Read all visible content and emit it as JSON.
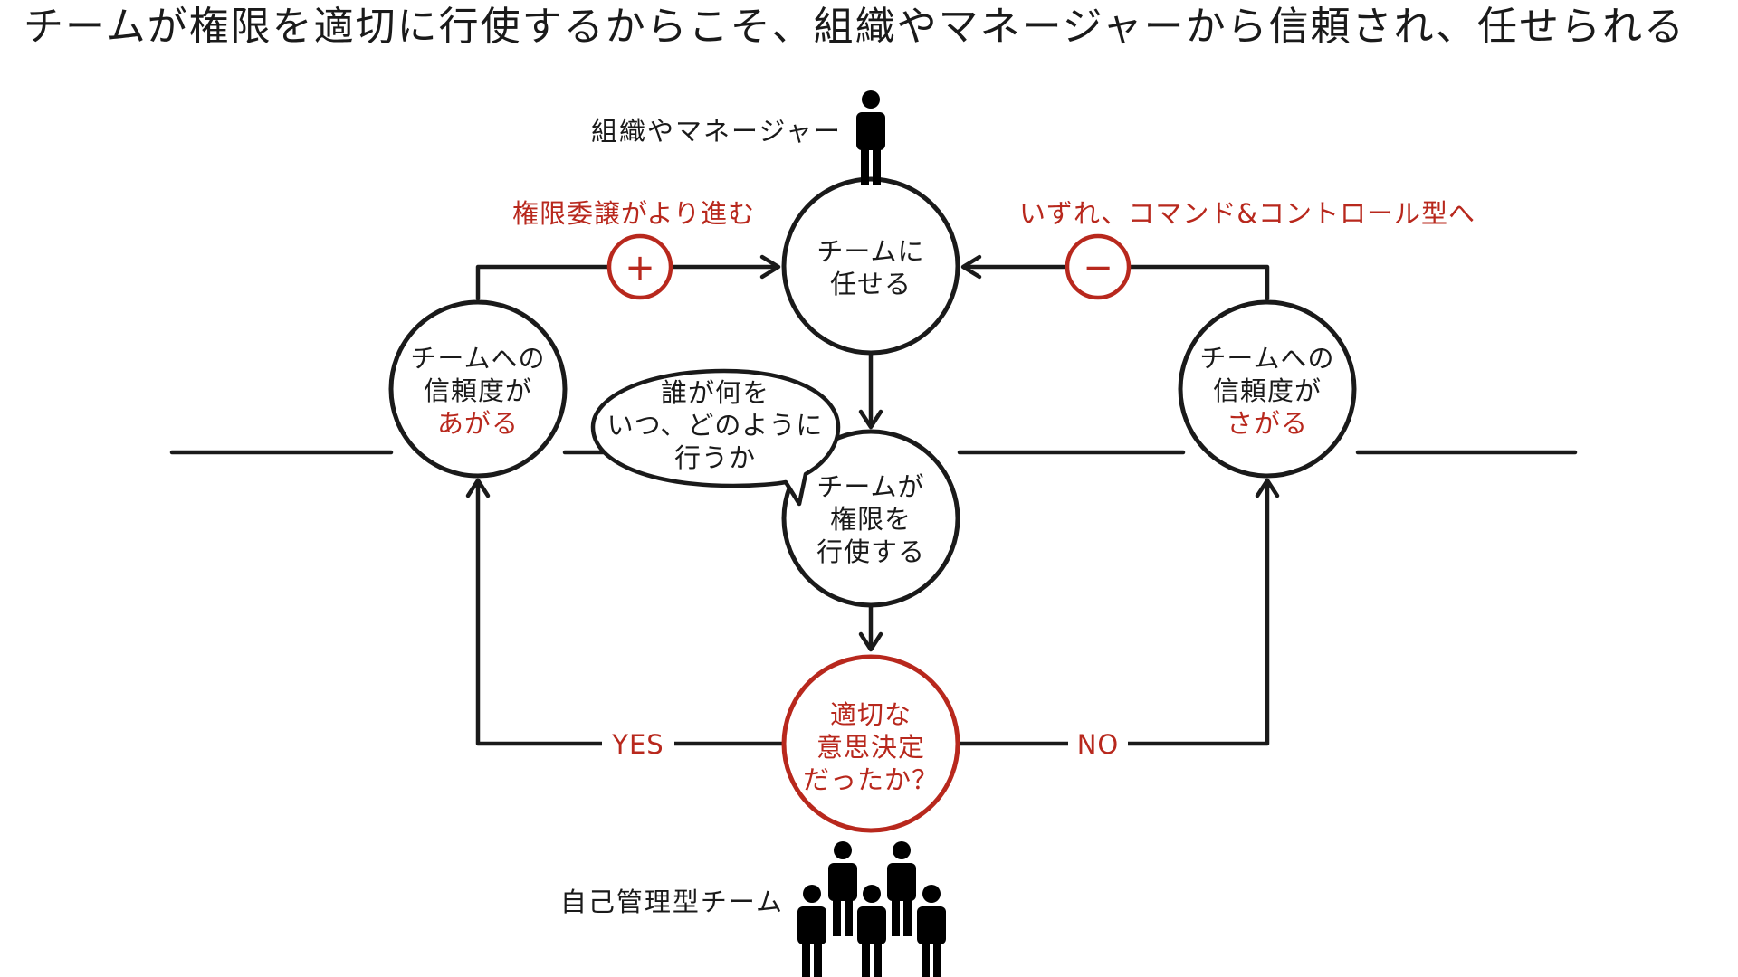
{
  "title": "チームが権限を適切に行使するからこそ、組織やマネージャーから信頼され、任せられる",
  "actors": {
    "top": "組織やマネージャー",
    "bottom": "自己管理型チーム"
  },
  "nodes": {
    "delegate": [
      "チームに",
      "任せる"
    ],
    "exercise": [
      "チームが",
      "権限を",
      "行使する"
    ],
    "decision": [
      "適切な",
      "意思決定",
      "だったか？"
    ],
    "trust_up": [
      "チームへの",
      "信頼度が",
      "あがる"
    ],
    "trust_down": [
      "チームへの",
      "信頼度が",
      "さがる"
    ]
  },
  "bubble": [
    "誰が何を",
    "いつ、どのように",
    "行うか"
  ],
  "loop_labels": {
    "positive": "権限委譲がより進む",
    "negative": "いずれ、コマンド&コントロール型へ"
  },
  "signs": {
    "plus": "+",
    "minus": "−"
  },
  "edges": {
    "yes": "YES",
    "no": "NO"
  },
  "colors": {
    "accent": "#b8281d",
    "ink": "#1a1a1a"
  }
}
